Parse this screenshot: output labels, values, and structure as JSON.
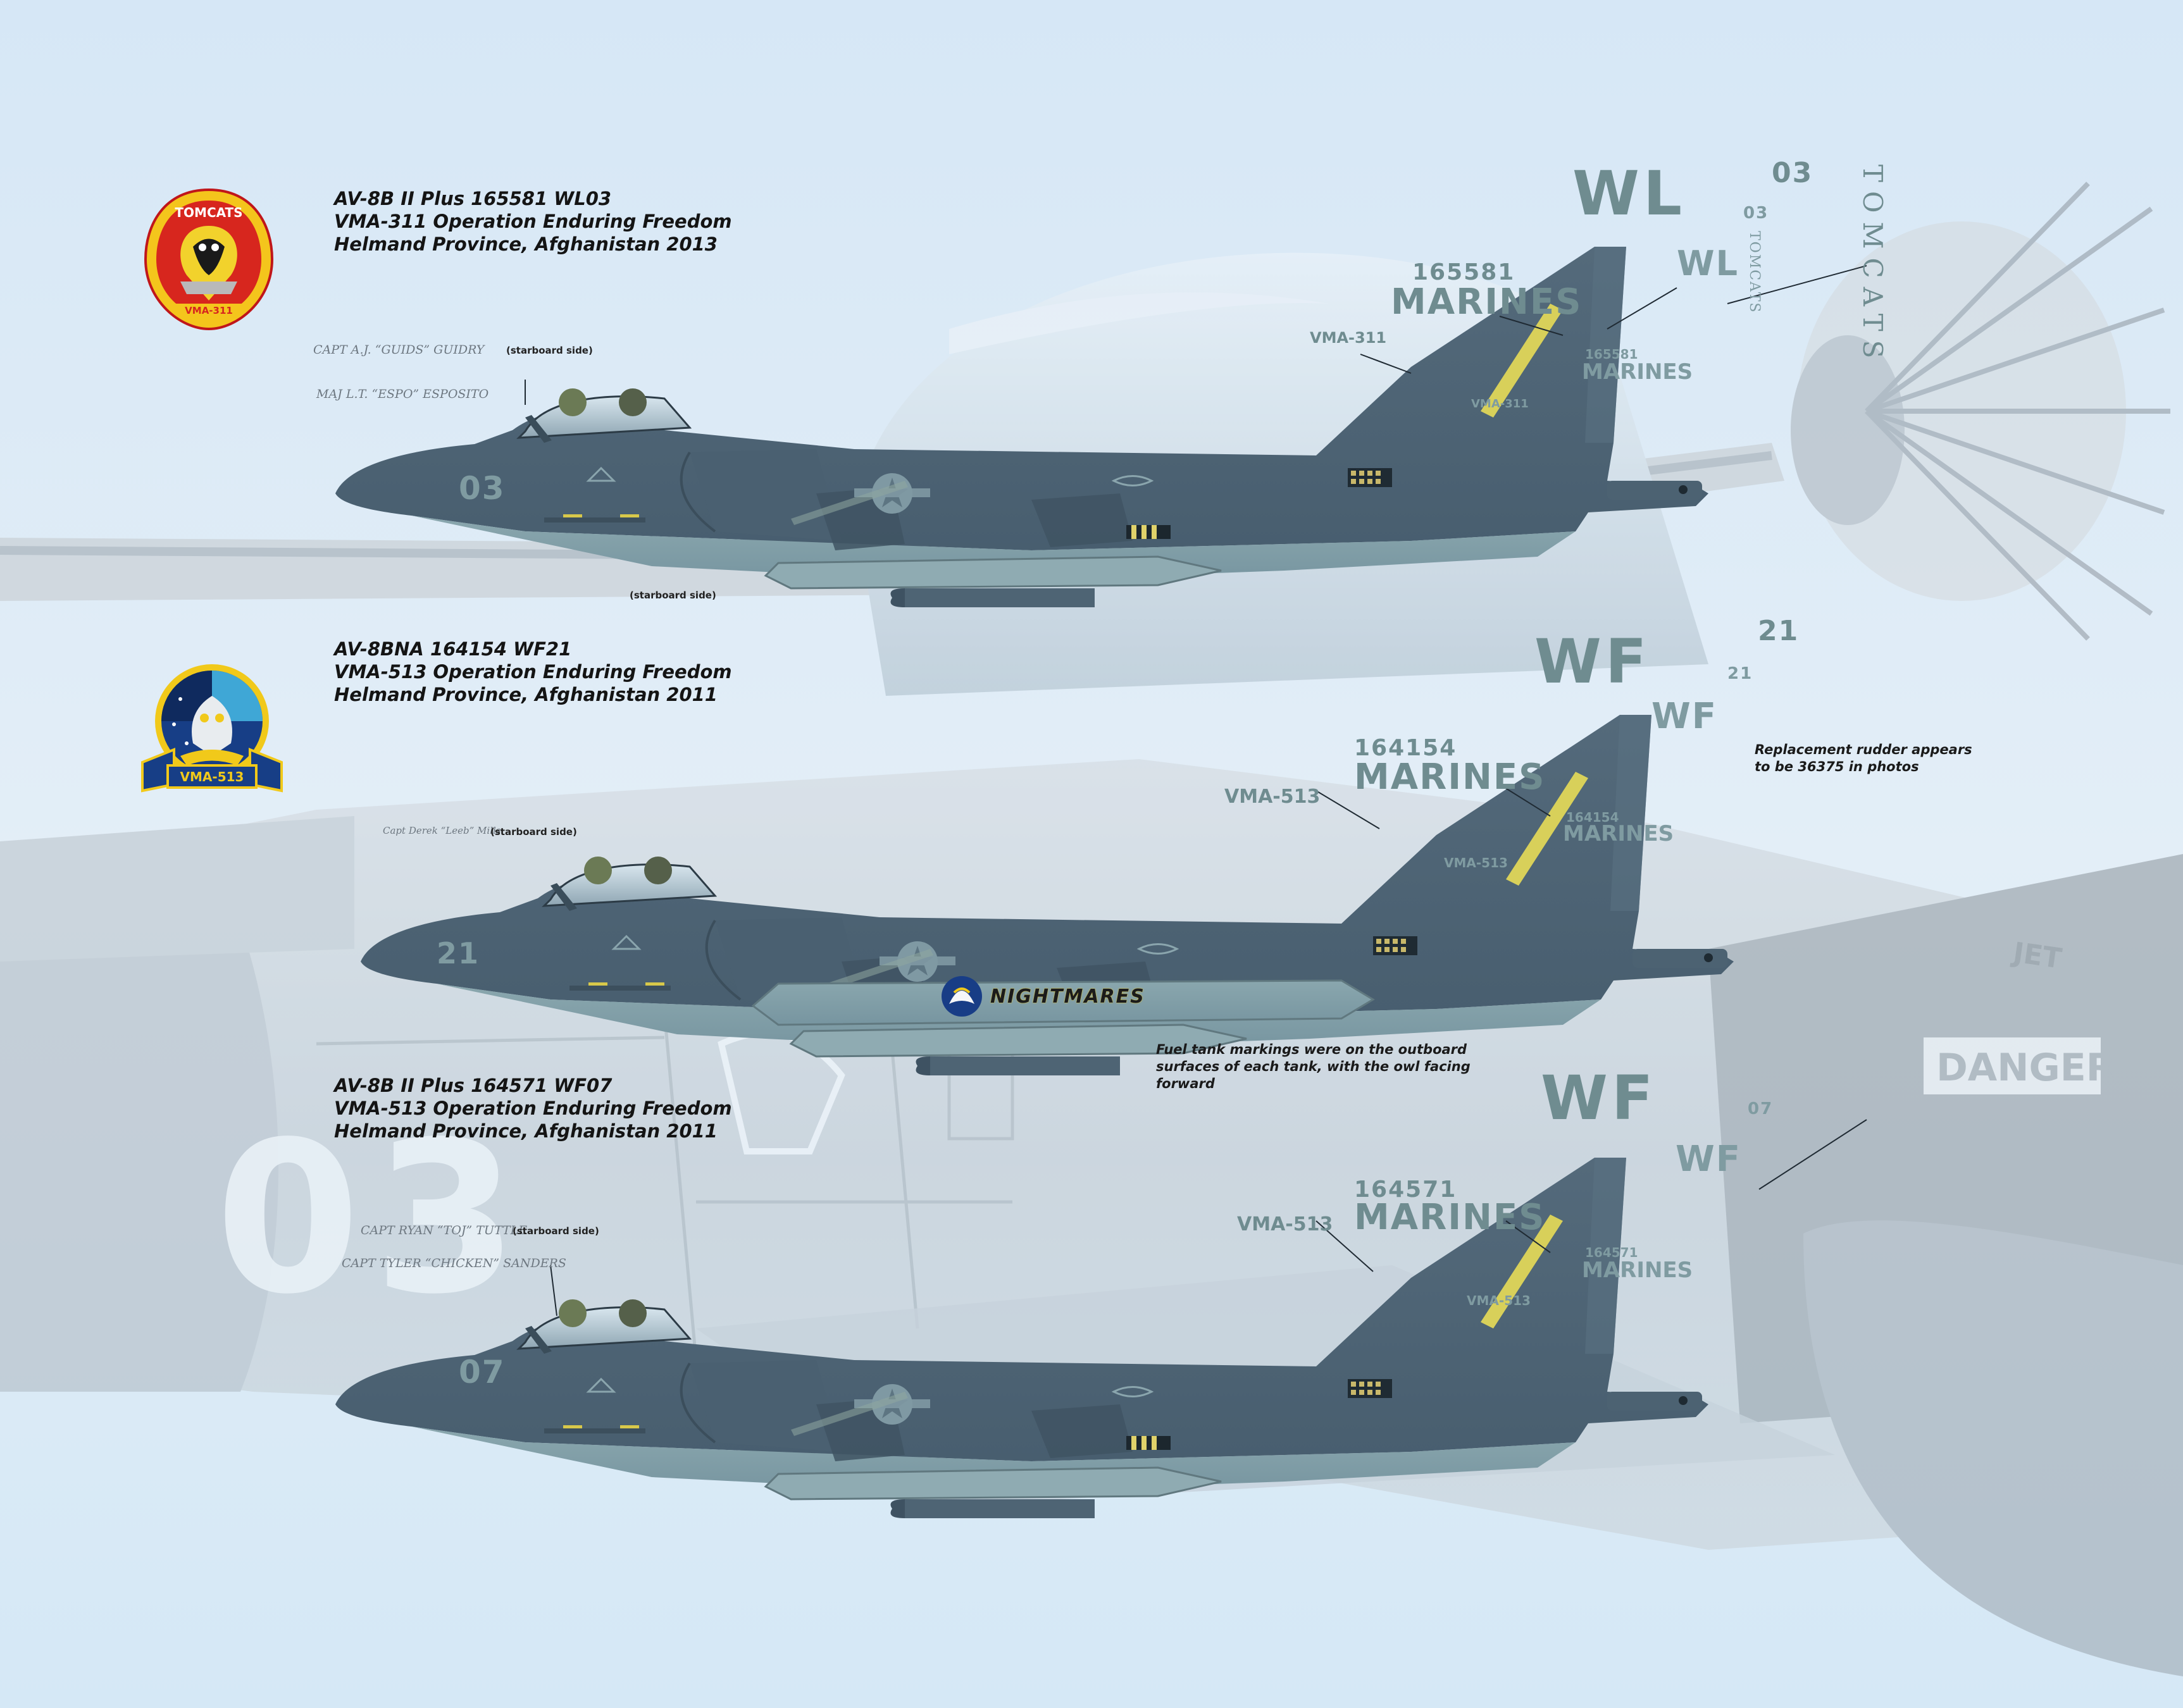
{
  "colors": {
    "sky_top": "#d9e9f6",
    "sky_bottom": "#dcecf7",
    "aircraft_upper": "#4f6576",
    "aircraft_lower": "#7f9ca4",
    "marking_gray": "#6f8c90",
    "text_dark": "#141414",
    "tomcats_red": "#d7261e",
    "tomcats_yellow": "#f4c51c",
    "nightmares_blue": "#173e86",
    "nightmares_yellow": "#f1c91a"
  },
  "aircraft": [
    {
      "title_lines": [
        "AV-8B II Plus 165581 WL03",
        "VMA-311 Operation Enduring Freedom",
        "Helmand Province, Afghanistan 2013"
      ],
      "emblem": {
        "icon": "tomcats-squadron-patch",
        "top_text": "TOMCATS",
        "bottom_text": "VMA-311"
      },
      "pilot_1": "CAPT A.J. “GUIDS” GUIDRY",
      "pilot_1_note": "(starboard side)",
      "pilot_2": "MAJ L.T. “ESPO” ESPOSITO",
      "extra_note": "(starboard side)",
      "tail_code": "WL",
      "modex": "03",
      "bureau_number": "165581",
      "service": "MARINES",
      "squadron": "VMA-311",
      "rudder_text": "TOMCATS",
      "fuel_tank_text": ""
    },
    {
      "title_lines": [
        "AV-8BNA 164154 WF21",
        "VMA-513 Operation Enduring Freedom",
        "Helmand Province, Afghanistan 2011"
      ],
      "emblem": {
        "icon": "nightmares-squadron-patch",
        "top_text": "",
        "bottom_text": "VMA-513"
      },
      "pilot_1": "Capt Derek “Leeb” Mills",
      "pilot_1_note": "(starboard side)",
      "pilot_2": "",
      "extra_note": "",
      "tail_code": "WF",
      "modex": "21",
      "bureau_number": "164154",
      "service": "MARINES",
      "squadron": "VMA-513",
      "rudder_text": "",
      "fuel_tank_text": "NIGHTMARES"
    },
    {
      "title_lines": [
        "AV-8B II Plus 164571 WF07",
        "VMA-513 Operation Enduring Freedom",
        "Helmand Province, Afghanistan 2011"
      ],
      "emblem": {
        "icon": "",
        "top_text": "",
        "bottom_text": ""
      },
      "pilot_1": "CAPT RYAN “TOJ” TUTTLE",
      "pilot_1_note": "(starboard side)",
      "pilot_2": "CAPT TYLER “CHICKEN” SANDERS",
      "extra_note": "",
      "tail_code": "WF",
      "modex": "07",
      "bureau_number": "164571",
      "service": "MARINES",
      "squadron": "VMA-513",
      "rudder_text": "",
      "fuel_tank_text": ""
    }
  ],
  "notes": {
    "rudder": [
      "Replacement rudder appears",
      "to be 36375 in photos"
    ],
    "fuel_tank": [
      "Fuel tank markings were on the outboard",
      "surfaces of each tank, with the owl facing",
      "forward"
    ]
  },
  "background_markings": {
    "big_modex": "03",
    "danger_label": "DANGER",
    "jet_label": "JET"
  }
}
